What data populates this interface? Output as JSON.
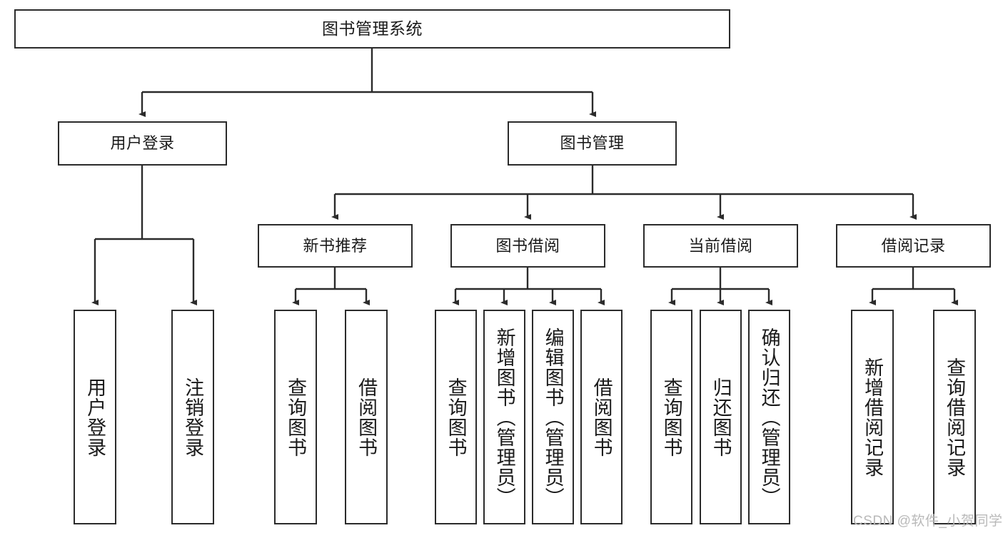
{
  "diagram": {
    "type": "tree-hierarchy-chart",
    "title": "图书管理系统",
    "watermark": "CSDN @软件_小贺同学",
    "colors": {
      "box_stroke": "#2b2b2b",
      "box_fill": "#ffffff",
      "edge": "#2b2b2b",
      "text": "#1a1a1a",
      "watermark": "#b9b9b9"
    },
    "levels": {
      "root": {
        "label": "图书管理系统"
      },
      "modules": [
        {
          "label": "用户登录"
        },
        {
          "label": "图书管理"
        }
      ],
      "submodules": [
        {
          "label": "新书推荐"
        },
        {
          "label": "图书借阅"
        },
        {
          "label": "当前借阅"
        },
        {
          "label": "借阅记录"
        }
      ],
      "leaves": {
        "user_login": [
          {
            "label": "用户登录"
          },
          {
            "label": "注销登录"
          }
        ],
        "new_book_recommend": [
          {
            "label": "查询图书"
          },
          {
            "label": "借阅图书"
          }
        ],
        "book_borrow": [
          {
            "label": "查询图书"
          },
          {
            "label": "新增图书（管理员）"
          },
          {
            "label": "编辑图书（管理员）"
          },
          {
            "label": "借阅图书"
          }
        ],
        "current_borrow": [
          {
            "label": "查询图书"
          },
          {
            "label": "归还图书"
          },
          {
            "label": "确认归还（管理员）"
          }
        ],
        "borrow_record": [
          {
            "label": "新增借阅记录"
          },
          {
            "label": "查询借阅记录"
          }
        ]
      }
    }
  }
}
